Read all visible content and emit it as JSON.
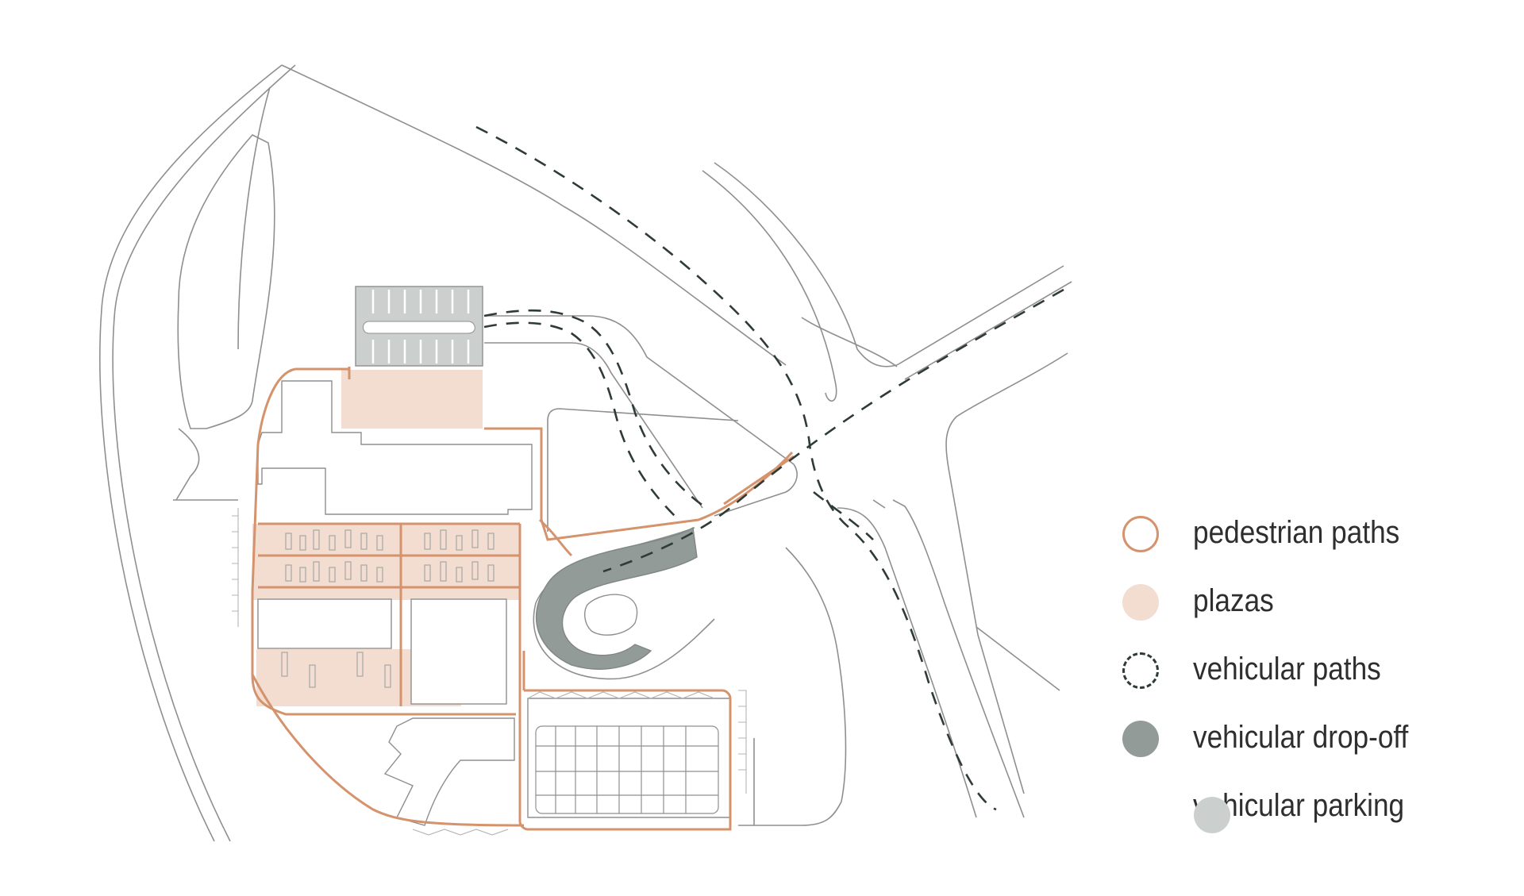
{
  "legend": {
    "items": [
      {
        "label": "pedestrian paths",
        "icon": "pedestrian-path-swatch-icon",
        "color": "#d4936c",
        "style": "ring"
      },
      {
        "label": "plazas",
        "icon": "plaza-swatch-icon",
        "color": "#f2ddd0",
        "style": "fill"
      },
      {
        "label": "vehicular paths",
        "icon": "vehicular-path-swatch-icon",
        "color": "#2f3b36",
        "style": "dashed-ring"
      },
      {
        "label": "vehicular drop-off",
        "icon": "drop-off-swatch-icon",
        "color": "#939b98",
        "style": "fill"
      },
      {
        "label": "vehicular parking",
        "icon": "parking-swatch-icon",
        "color": "#cbd0cf",
        "style": "fill"
      }
    ]
  },
  "colors": {
    "outline": "#8f8f8f",
    "pedestrian": "#d4936c",
    "plaza": "#f2ddd0",
    "vehicular_path": "#2f3b36",
    "drop_off": "#939b98",
    "parking": "#cbd0cf"
  }
}
